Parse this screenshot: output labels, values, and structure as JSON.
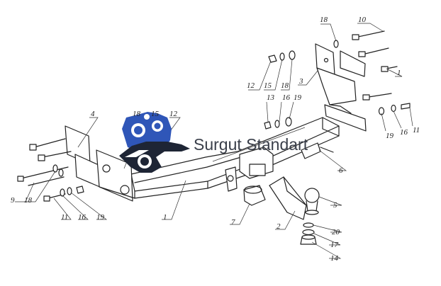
{
  "brand": {
    "name": "Surgut Standart"
  },
  "colors": {
    "logo_blue": "#2f56b8",
    "logo_dark": "#1e2535",
    "ink": "#222222",
    "brand_text": "#3a3f4a"
  },
  "labels": [
    {
      "id": "l18a",
      "text": "18"
    },
    {
      "id": "l10",
      "text": "10"
    },
    {
      "id": "l1a",
      "text": "1"
    },
    {
      "id": "l12a",
      "text": "12"
    },
    {
      "id": "l15a",
      "text": "15"
    },
    {
      "id": "l18b",
      "text": "18"
    },
    {
      "id": "l3",
      "text": "3"
    },
    {
      "id": "l13",
      "text": "13"
    },
    {
      "id": "l16a",
      "text": "16"
    },
    {
      "id": "l19a",
      "text": "19"
    },
    {
      "id": "l19b",
      "text": "19"
    },
    {
      "id": "l16b",
      "text": "16"
    },
    {
      "id": "l11a",
      "text": "11"
    },
    {
      "id": "l4",
      "text": "4"
    },
    {
      "id": "l18c",
      "text": "18"
    },
    {
      "id": "l15b",
      "text": "15"
    },
    {
      "id": "l12b",
      "text": "12"
    },
    {
      "id": "l6",
      "text": "6"
    },
    {
      "id": "l9",
      "text": "9"
    },
    {
      "id": "l18d",
      "text": "18"
    },
    {
      "id": "l11b",
      "text": "11"
    },
    {
      "id": "l16c",
      "text": "16"
    },
    {
      "id": "l19c",
      "text": "19"
    },
    {
      "id": "l1b",
      "text": "1"
    },
    {
      "id": "l7",
      "text": "7"
    },
    {
      "id": "l5",
      "text": "5"
    },
    {
      "id": "l2",
      "text": "2"
    },
    {
      "id": "l20",
      "text": "20"
    },
    {
      "id": "l17",
      "text": "17"
    },
    {
      "id": "l14",
      "text": "14"
    }
  ]
}
